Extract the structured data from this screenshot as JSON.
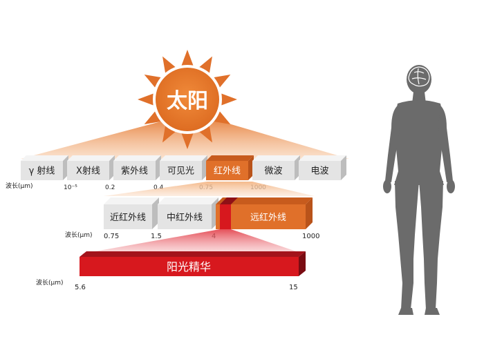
{
  "sun": {
    "label": "太阳"
  },
  "spectrum_bands": [
    {
      "label": "γ 射线",
      "highlight": false
    },
    {
      "label": "X射线",
      "highlight": false
    },
    {
      "label": "紫外线",
      "highlight": false
    },
    {
      "label": "可见光",
      "highlight": false
    },
    {
      "label": "红外线",
      "highlight": true
    },
    {
      "label": "微波",
      "highlight": false
    },
    {
      "label": "电波",
      "highlight": false
    }
  ],
  "row1_axis": {
    "unit_label": "波长(μm)",
    "ticks": [
      "10⁻⁵",
      "0.2",
      "0.4",
      "0.75",
      "1000"
    ]
  },
  "infrared_bands": [
    {
      "label": "近红外线",
      "highlight": false
    },
    {
      "label": "中红外线",
      "highlight": false
    },
    {
      "label": "远红外线",
      "highlight": true
    }
  ],
  "row2_axis": {
    "unit_label": "波长(μm)",
    "ticks": [
      "0.75",
      "1.5",
      "4",
      "1000"
    ]
  },
  "essence_band": {
    "label": "阳光精华"
  },
  "row3_axis": {
    "unit_label": "波长(μm)",
    "ticks": [
      "5.6",
      "15"
    ]
  },
  "colors": {
    "orange": "#e0702a",
    "orange_dark": "#b9531a",
    "red": "#d7181e",
    "red_dark": "#8f1016",
    "gray_face": "#e4e4e4",
    "gray_top": "#f4f4f4",
    "gray_side": "#bdbdbd",
    "human": "#6b6b6b"
  }
}
